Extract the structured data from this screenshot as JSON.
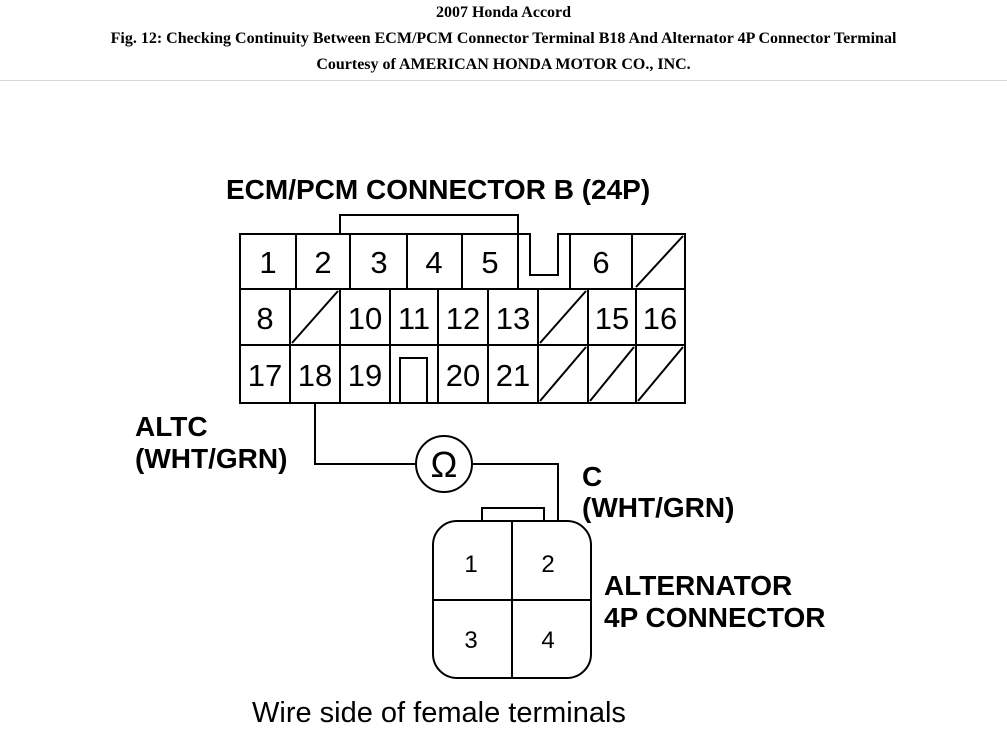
{
  "header": {
    "title": "2007 Honda Accord",
    "figure": "Fig. 12: Checking Continuity Between ECM/PCM Connector Terminal B18 And Alternator 4P Connector Terminal",
    "courtesy": "Courtesy of AMERICAN HONDA MOTOR CO., INC."
  },
  "diagram": {
    "ecm_connector_label": "ECM/PCM CONNECTOR B (24P)",
    "ecm_pins": {
      "row1": [
        "1",
        "2",
        "3",
        "4",
        "5",
        "6"
      ],
      "row2": [
        "8",
        "10",
        "11",
        "12",
        "13",
        "15",
        "16"
      ],
      "row3": [
        "17",
        "18",
        "19",
        "20",
        "21"
      ]
    },
    "altc_label_line1": "ALTC",
    "altc_label_line2": "(WHT/GRN)",
    "ohm_symbol": "Ω",
    "c_label_line1": "C",
    "c_label_line2": "(WHT/GRN)",
    "alternator_label_line1": "ALTERNATOR",
    "alternator_label_line2": "4P CONNECTOR",
    "alt_pins": [
      "1",
      "2",
      "3",
      "4"
    ],
    "caption": "Wire side of female terminals"
  }
}
